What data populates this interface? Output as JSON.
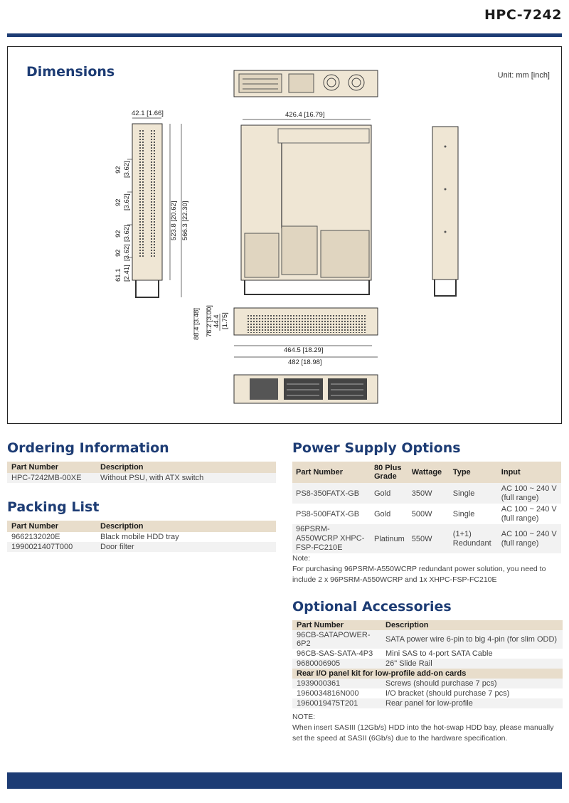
{
  "header": {
    "model": "HPC-7242"
  },
  "dimensions": {
    "title": "Dimensions",
    "unit": "Unit: mm [inch]",
    "labels": {
      "side_width": "42.1 [1.66]",
      "top_width": "426.4 [16.79]",
      "pitch_a_mm": "92",
      "pitch_a_in": "[3.62]",
      "pitch_b_mm": "92",
      "pitch_b_in": "[3.62]",
      "pitch_c_mm": "92",
      "pitch_c_in": "[3.62]",
      "pitch_d_mm": "92",
      "pitch_d_in": "[3.62]",
      "end_mm": "61.1",
      "end_in": "[2.41]",
      "depth_inner": "523.8 [20.62]",
      "depth_outer": "566.3 [22.30]",
      "height_outer": "88.4 [3.48]",
      "height_mid": "76.2 [3.00]",
      "height_inner": "44.4",
      "height_inner_in": "[1.75]",
      "front_width": "464.5 [18.29]",
      "front_width_total": "482 [18.98]"
    }
  },
  "ordering": {
    "title": "Ordering Information",
    "headers": [
      "Part Number",
      "Description"
    ],
    "rows": [
      [
        "HPC-7242MB-00XE",
        "Without PSU, with ATX switch"
      ]
    ]
  },
  "packing": {
    "title": "Packing List",
    "headers": [
      "Part Number",
      "Description"
    ],
    "rows": [
      [
        "9662132020E",
        "Black mobile HDD tray"
      ],
      [
        "1990021407T000",
        "Door filter"
      ]
    ]
  },
  "power": {
    "title": "Power Supply Options",
    "headers": [
      "Part Number",
      "80 Plus Grade",
      "Wattage",
      "Type",
      "Input"
    ],
    "rows": [
      [
        "PS8-350FATX-GB",
        "Gold",
        "350W",
        "Single",
        "AC 100 ~ 240 V (full range)"
      ],
      [
        "PS8-500FATX-GB",
        "Gold",
        "500W",
        "Single",
        "AC 100 ~ 240 V (full range)"
      ],
      [
        "96PSRM-A550WCRP XHPC-FSP-FC210E",
        "Platinum",
        "550W",
        "(1+1) Redundant",
        "AC 100 ~ 240 V (full range)"
      ]
    ],
    "note_label": "Note:",
    "note_text": "For purchasing 96PSRM-A550WCRP redundant power solution, you need to include 2 x 96PSRM-A550WCRP and 1x XHPC-FSP-FC210E"
  },
  "accessories": {
    "title": "Optional Accessories",
    "headers": [
      "Part Number",
      "Description"
    ],
    "rows": [
      [
        "96CB-SATAPOWER-6P2",
        "SATA power wire 6-pin to big 4-pin (for slim ODD)"
      ],
      [
        "96CB-SAS-SATA-4P3",
        "Mini SAS to 4-port SATA Cable"
      ],
      [
        "9680006905",
        "26\" Slide Rail"
      ]
    ],
    "subheader": "Rear I/O panel kit for low-profile add-on cards",
    "rows2": [
      [
        "1939000361",
        "Screws (should purchase 7 pcs)"
      ],
      [
        "1960034816N000",
        "I/O bracket (should purchase 7 pcs)"
      ],
      [
        "1960019475T201",
        "Rear panel for low-profile"
      ]
    ],
    "note_label": "NOTE:",
    "note_text": "When insert SASIII  (12Gb/s) HDD into the hot-swap HDD bay, please manually set the speed at SASII (6Gb/s) due to the hardware specification."
  },
  "colors": {
    "brand": "#1d3c74",
    "table_header": "#e8ddcb",
    "chassis": "#efe6d4"
  }
}
